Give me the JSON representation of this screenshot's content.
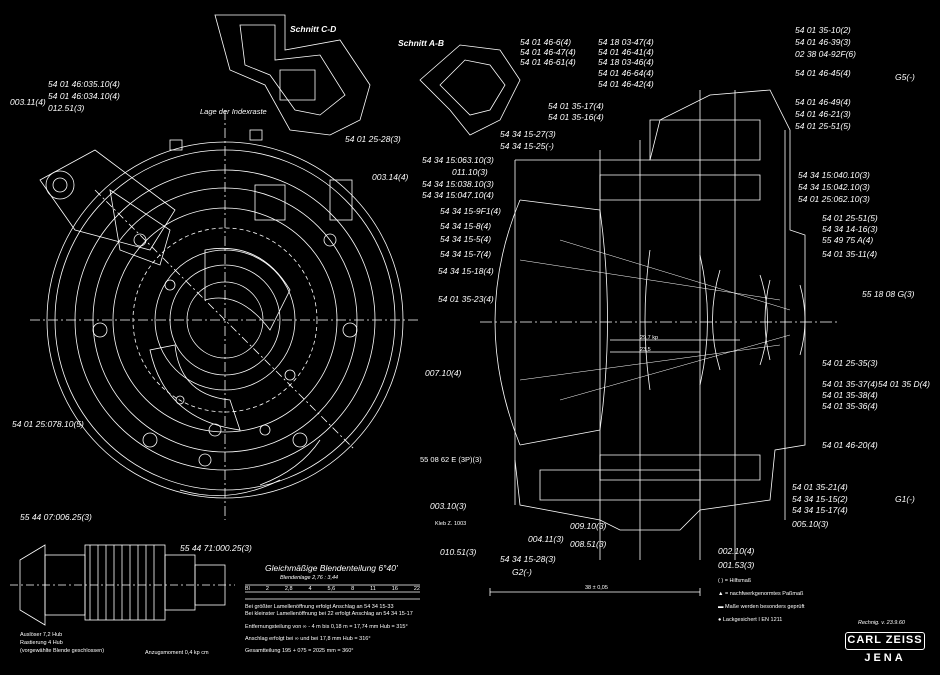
{
  "sections": {
    "a_b": "Schnitt A-B",
    "c_d": "Schnitt C-D",
    "index_note": "Lage der Indexraste"
  },
  "part_labels_right": [
    "54 01 35-10(2)",
    "54 01 46-39(3)",
    "02 38 04-92F(6)",
    "54 01 46-45(4)",
    "54 01 46-49(4)",
    "54 01 46-21(3)",
    "54 01 25-51(5)",
    "54 34 15:040.10(3)",
    "54 34 15:042.10(3)",
    "54 01 25:062.10(3)",
    "54 01 25-51(5)",
    "54 34 14-16(3)",
    "55 49 75 A(4)",
    "54 01 35-11(4)",
    "55 18 08 G(3)",
    "54 01 25-35(3)",
    "54 01 35-37(4)",
    "54 01 35-38(4)",
    "54 01 35-36(4)",
    "54 01 35 D(4)",
    "54 01 46-20(4)",
    "54 01 35-21(4)",
    "54 34 15-15(2)",
    "54 34 15-17(4)",
    "005.10(3)"
  ],
  "part_labels_top": [
    "54 01 46-6(4)",
    "54 01 46-47(4)",
    "54 01 46-61(4)",
    "54 18 03-47(4)",
    "54 01 46-41(4)",
    "54 18 03-46(4)",
    "54 01 46-64(4)",
    "54 01 46-42(4)",
    "54 01 35-17(4)",
    "54 01 35-16(4)",
    "54 34 15-27(3)",
    "54 34 15-25(-)"
  ],
  "part_labels_mid": [
    "54 34 15:063.10(3)",
    "011.10(3)",
    "54 34 15:038.10(3)",
    "54 34 15:047.10(4)",
    "54 34 15-9F1(4)",
    "54 34 15-8(4)",
    "54 34 15-5(4)",
    "54 34 15-7(4)",
    "54 34 15-18(4)",
    "54 01 35-23(4)",
    "007.10(4)",
    "003.14(4)"
  ],
  "part_labels_left": [
    "54 01 46:035.10(4)",
    "54 01 46:034.10(4)",
    "012.51(3)",
    "003.11(4)",
    "54 01 25-28(3)",
    "54 01 25:078.10(5)",
    "55 44 07:006.25(3)",
    "55 44 71:000.25(3)"
  ],
  "part_labels_bottom": [
    "55 08 62 E (3P)(3)",
    "003.10(3)",
    "009.10(3)",
    "008.51(3)",
    "004.11(3)",
    "010.51(3)",
    "54 34 15-28(3)",
    "002.10(4)",
    "001.53(3)",
    "Kleb Z. 1003"
  ],
  "group_labels": {
    "g5": "G5(-)",
    "g1": "G1(-)",
    "g2": "G2(-)"
  },
  "legend": [
    "( ) = Hilfsmaß",
    "▲ = nachfwerkgenormtes Paßmaß",
    "▬ Maße werden besonders geprüft",
    "● Lackgesichert I EN 1211"
  ],
  "table": {
    "title": "Gleichmäßige Blendenteilung 6°40'",
    "subtitle": "Blendenlage 2,76 : 3,44",
    "header": [
      "Bl",
      "2",
      "2,8",
      "4",
      "5,6",
      "8",
      "11",
      "16",
      "22"
    ],
    "notes": [
      "Bei größter Lamellenöffnung erfolgt Anschlag an 54 34 15-33",
      "Bei kleinster Lamellenöffnung bei 22 erfolgt Anschlag an 54 34 15-17",
      "Entfernungsteilung von ∞ - 4 m bis 0,18 m = 17,74 mm Hub = 315°",
      "Anschlag erfolgt bei ∞ und bei 17,8 mm Hub = 316°",
      "Gesamtteilung 195 + 075 = 2025 mm = 360°"
    ]
  },
  "side_notes": {
    "small_lens": [
      "Auslöser 7,2 Hub",
      "Rastierung 4 Hub",
      "(vorgewählte Blende geschlossen)"
    ],
    "anzugsmoment": "Anzugsmoment 0,4 kp cm"
  },
  "dimensions": {
    "d1": "29,7 kp",
    "d2": "23,5",
    "bottom": "38 ± 0,05"
  },
  "footer": {
    "date": "Rechnig. v. 23.9.60",
    "logo_line1": "CARL ZEISS",
    "logo_line2": "JENA"
  },
  "colors": {
    "background": "#000000",
    "ink": "#ffffff"
  }
}
